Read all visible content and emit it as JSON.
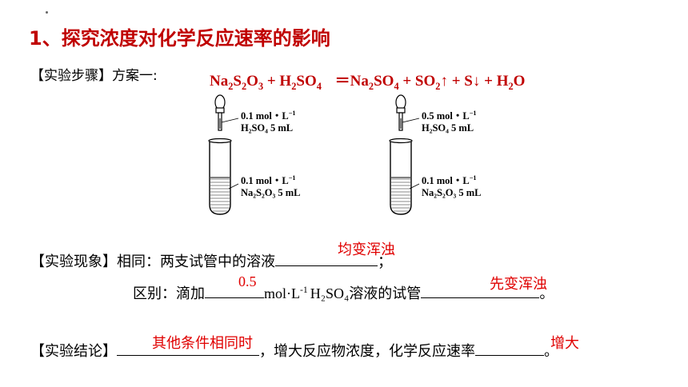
{
  "title": "1、探究浓度对化学反应速率的影响",
  "steps": {
    "label": "【实验步骤】方案一:",
    "equation": {
      "lhs": [
        "Na",
        "2",
        "S",
        "2",
        "O",
        "3",
        " + H",
        "2",
        "SO",
        "4"
      ],
      "rhs_text": "＝Na₂SO₄ + SO₂↑ + S↓ + H₂O"
    }
  },
  "tubes": [
    {
      "dropper_conc": "0.1 mol・L",
      "dropper_reagent": "H₂SO₄ 5 mL",
      "tube_conc": "0.1 mol・L",
      "tube_reagent": "Na₂S₂O₃ 5 mL"
    },
    {
      "dropper_conc": "0.5 mol・L",
      "dropper_reagent": "H₂SO₄ 5 mL",
      "tube_conc": "0.1 mol・L",
      "tube_reagent": "Na₂S₂O₃ 5 mL"
    }
  ],
  "phenomenon": {
    "label": "【实验现象】",
    "same_prefix": "相同：两支试管中的溶液",
    "same_suffix": "；",
    "same_answer": "均变浑浊",
    "diff_prefix": "区别：滴加",
    "diff_answer1": "0.5",
    "diff_mid": "mol·L",
    "diff_unit_sup": "-1",
    "diff_reagent": "H₂SO₄",
    "diff_after": "溶液的试管",
    "diff_answer2": "先变浑浊",
    "diff_end": "。"
  },
  "conclusion": {
    "label": "【实验结论】",
    "answer1": "其他条件相同时",
    "mid": "，增大反应物浓度，化学反应速率",
    "answer2": "增大",
    "end": "。"
  }
}
